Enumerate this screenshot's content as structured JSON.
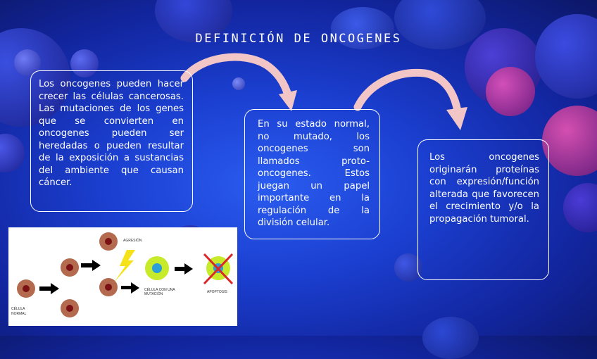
{
  "title": "DEFINICIÓN DE ONCOGENES",
  "boxes": [
    {
      "text": "Los oncogenes pueden hacer crecer las células cancerosas. Las mutaciones de los genes que se convierten en oncogenes pueden ser heredadas o pueden resultar de la exposición a sustancias del ambiente que causan cáncer."
    },
    {
      "text": "En su estado normal, no mutado, los oncogenes son llamados proto-oncogenes. Estos juegan un papel importante en la regulación de la división celular."
    },
    {
      "text": "Los oncogenes originarán proteínas con expresión/función alterada que favorecen el crecimiento y/o la propagación tumoral."
    }
  ],
  "diagram": {
    "normal_cell_label_1": "CÉLULA",
    "normal_cell_label_2": "NORMAL",
    "aggression_label": "AGRESIÓN",
    "mutated_label_1": "CÉLULA CON UNA",
    "mutated_label_2": "MUTACIÓN",
    "apoptosis_label": "APOPTOSIS"
  },
  "colors": {
    "background": "#1b3fd0",
    "arrow": "#f2c6c6",
    "cell_brown": "#b36a4e",
    "cell_nucleus": "#7a1215",
    "mutated_cell": "#c7ea2a",
    "mutated_nucleus": "#2a9fd8",
    "lightning": "#f5e21a",
    "apoptosis_cross": "#d8282a"
  }
}
